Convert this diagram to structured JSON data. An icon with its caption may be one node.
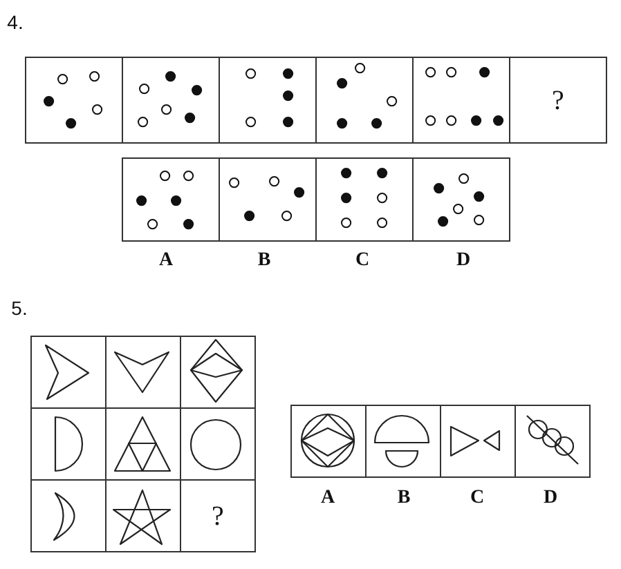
{
  "diagram": {
    "labels": [
      "4.",
      "?",
      "A",
      "B",
      "C",
      "D",
      "5.",
      "?",
      "A",
      "B",
      "C",
      "D"
    ]
  }
}
